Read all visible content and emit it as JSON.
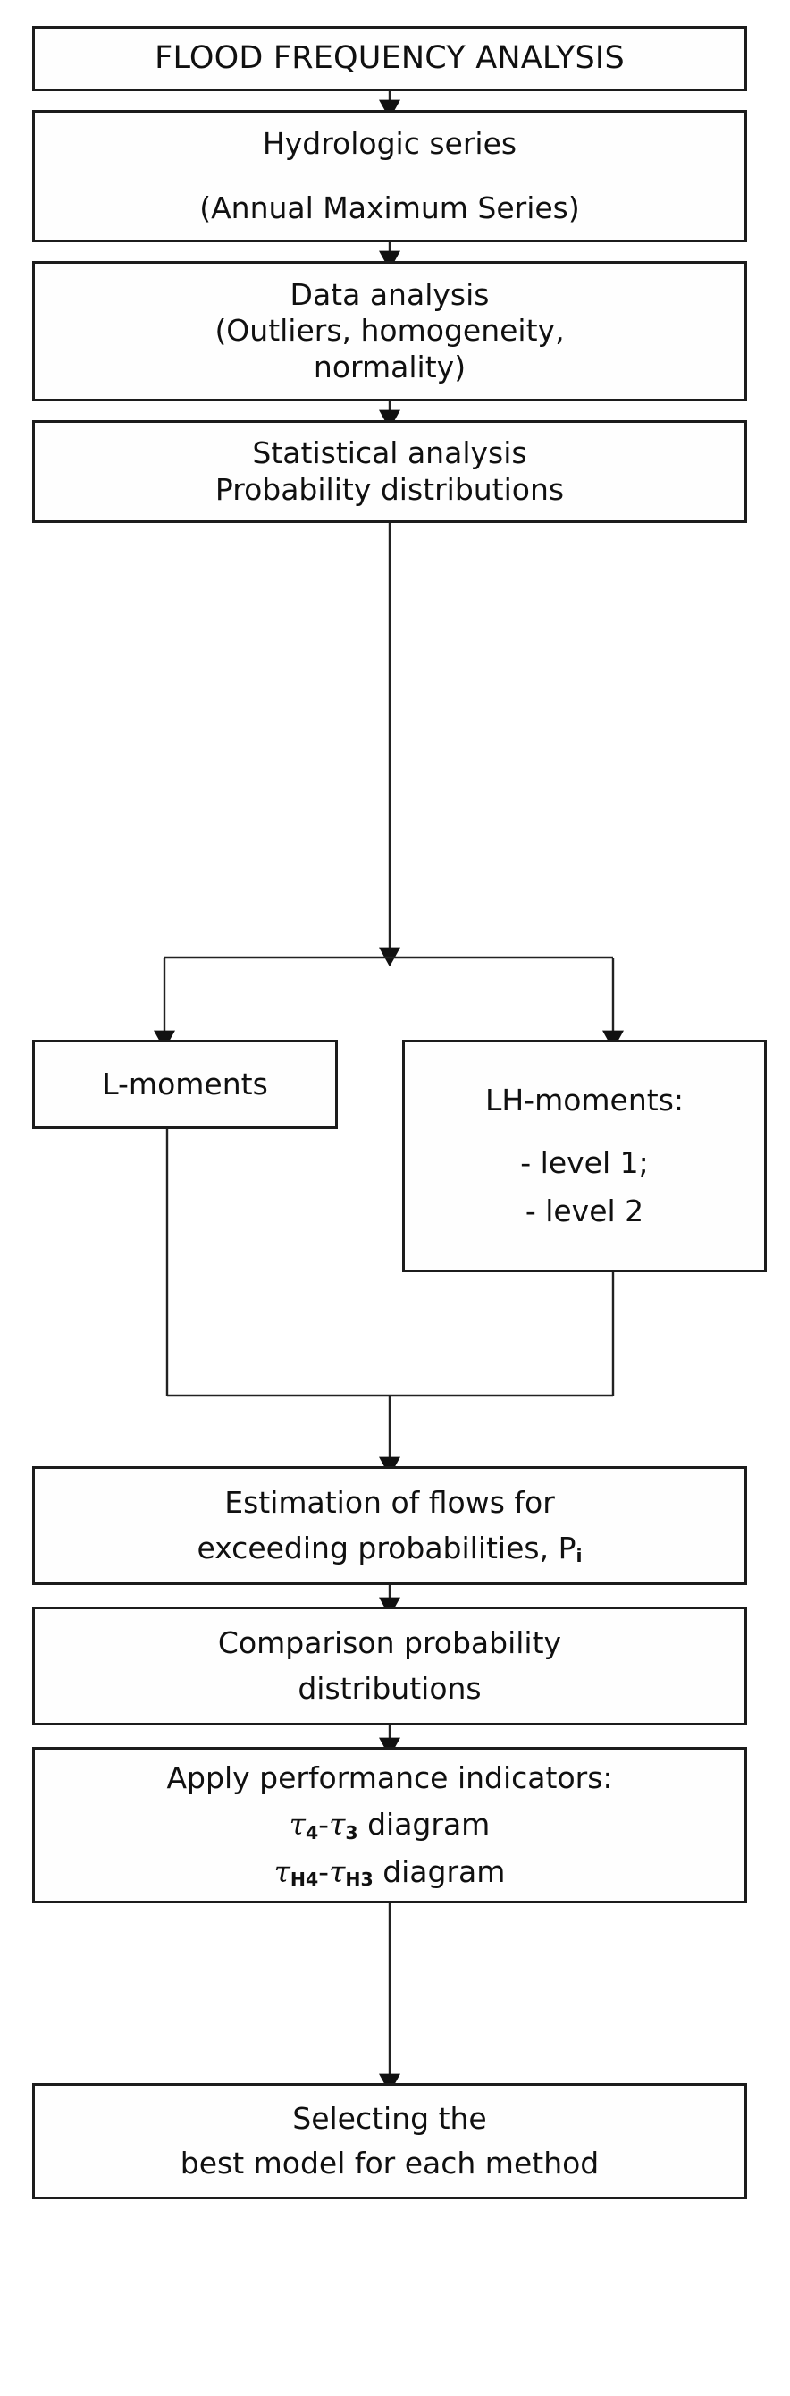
{
  "diagram": {
    "type": "flowchart",
    "orientation": "top-to-bottom",
    "title": "FLOOD FREQUENCY ANALYSIS",
    "background_color": "#ffffff",
    "box_border_color": "#1c1c1c",
    "text_color": "#101010",
    "nodes": [
      {
        "id": "title",
        "label": "FLOOD FREQUENCY ANALYSIS",
        "lines": [
          "FLOOD FREQUENCY ANALYSIS"
        ]
      },
      {
        "id": "hydrologic-series",
        "lines": [
          "Hydrologic series",
          "(Annual Maximum Series)"
        ],
        "line1": "Hydrologic series",
        "line2": "(Annual Maximum Series)"
      },
      {
        "id": "data-analysis",
        "lines": [
          "Data analysis",
          "(Outliers, homogeneity,",
          "normality)"
        ],
        "line1": "Data analysis",
        "line2": "(Outliers, homogeneity,",
        "line3": "normality)"
      },
      {
        "id": "statistical-analysis",
        "lines": [
          "Statistical analysis",
          "Probability distributions"
        ],
        "line1": "Statistical analysis",
        "line2": "Probability distributions"
      },
      {
        "id": "l-moments",
        "lines": [
          "L-moments"
        ],
        "line1": "L-moments"
      },
      {
        "id": "lh-moments",
        "lines": [
          "LH-moments:",
          "- level 1;",
          "- level 2"
        ],
        "line1": "LH-moments:",
        "line2": "- level 1;",
        "line3": "- level 2"
      },
      {
        "id": "estimation-of-flows",
        "lines": [
          "Estimation of flows for",
          "exceeding probabilities, Pi"
        ],
        "line1": "Estimation of flows for",
        "line2_prefix": "exceeding probabilities, P",
        "line2_subscript": "i"
      },
      {
        "id": "comparison-probability-distributions",
        "lines": [
          "Comparison probability",
          "distributions"
        ],
        "line1": "Comparison probability",
        "line2": "distributions"
      },
      {
        "id": "performance-indicators",
        "lines": [
          "Apply performance indicators:",
          "τ4-τ3 diagram",
          "τH4-τH3 diagram"
        ],
        "line1": "Apply performance indicators:",
        "line2": {
          "tau": "τ",
          "sub_a": "4",
          "dash": "-",
          "sub_b": "3",
          "suffix": "diagram"
        },
        "line3": {
          "tau": "τ",
          "sub_a": "H4",
          "dash": "-",
          "sub_b": "H3",
          "suffix": "diagram"
        }
      },
      {
        "id": "selecting-best-model",
        "lines": [
          "Selecting the",
          "best model for each method"
        ],
        "line1": "Selecting the",
        "line2": "best model for each method"
      }
    ],
    "edges": [
      {
        "from": "title",
        "to": "hydrologic-series",
        "style": "arrow"
      },
      {
        "from": "hydrologic-series",
        "to": "data-analysis",
        "style": "arrow"
      },
      {
        "from": "data-analysis",
        "to": "statistical-analysis",
        "style": "arrow"
      },
      {
        "from": "statistical-analysis",
        "to": "split",
        "style": "arrow"
      },
      {
        "from": "split",
        "to": "l-moments",
        "style": "arrow"
      },
      {
        "from": "split",
        "to": "lh-moments",
        "style": "arrow"
      },
      {
        "from": "l-moments",
        "to": "merge",
        "style": "line"
      },
      {
        "from": "lh-moments",
        "to": "merge",
        "style": "line"
      },
      {
        "from": "merge",
        "to": "estimation-of-flows",
        "style": "arrow"
      },
      {
        "from": "estimation-of-flows",
        "to": "comparison-probability-distributions",
        "style": "arrow"
      },
      {
        "from": "comparison-probability-distributions",
        "to": "performance-indicators",
        "style": "arrow"
      },
      {
        "from": "performance-indicators",
        "to": "selecting-best-model",
        "style": "arrow"
      }
    ]
  }
}
